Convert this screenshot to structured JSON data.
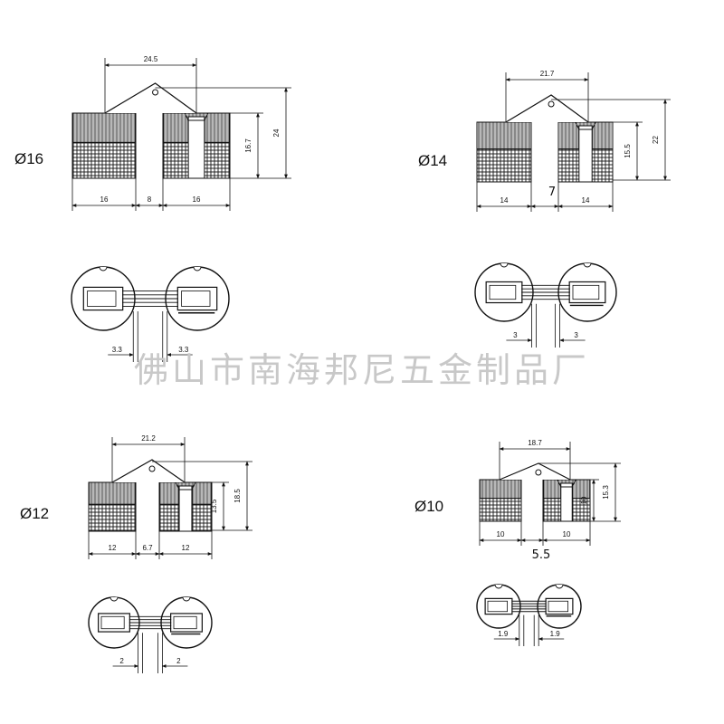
{
  "watermark": "佛山市南海邦尼五金制品厂",
  "hinges": [
    {
      "id": "d16",
      "label": "Ø16",
      "top_width": "24.5",
      "inner_height": "16.7",
      "outer_height": "24",
      "left_width": "16",
      "gap": "8",
      "right_width": "16",
      "leaf_left": "3.3",
      "leaf_right": "3.3"
    },
    {
      "id": "d14",
      "label": "Ø14",
      "top_width": "21.7",
      "inner_height": "15.5",
      "outer_height": "22",
      "left_width": "14",
      "gap": "7",
      "right_width": "14",
      "leaf_left": "3",
      "leaf_right": "3"
    },
    {
      "id": "d12",
      "label": "Ø12",
      "top_width": "21.2",
      "inner_height": "13.5",
      "outer_height": "18.5",
      "left_width": "12",
      "gap": "6.7",
      "right_width": "12",
      "leaf_left": "2",
      "leaf_right": "2"
    },
    {
      "id": "d10",
      "label": "Ø10",
      "top_width": "18.7",
      "inner_height": "10",
      "outer_height": "15.3",
      "left_width": "10",
      "gap": "5.5",
      "right_width": "10",
      "leaf_left": "1.9",
      "leaf_right": "1.9"
    }
  ]
}
